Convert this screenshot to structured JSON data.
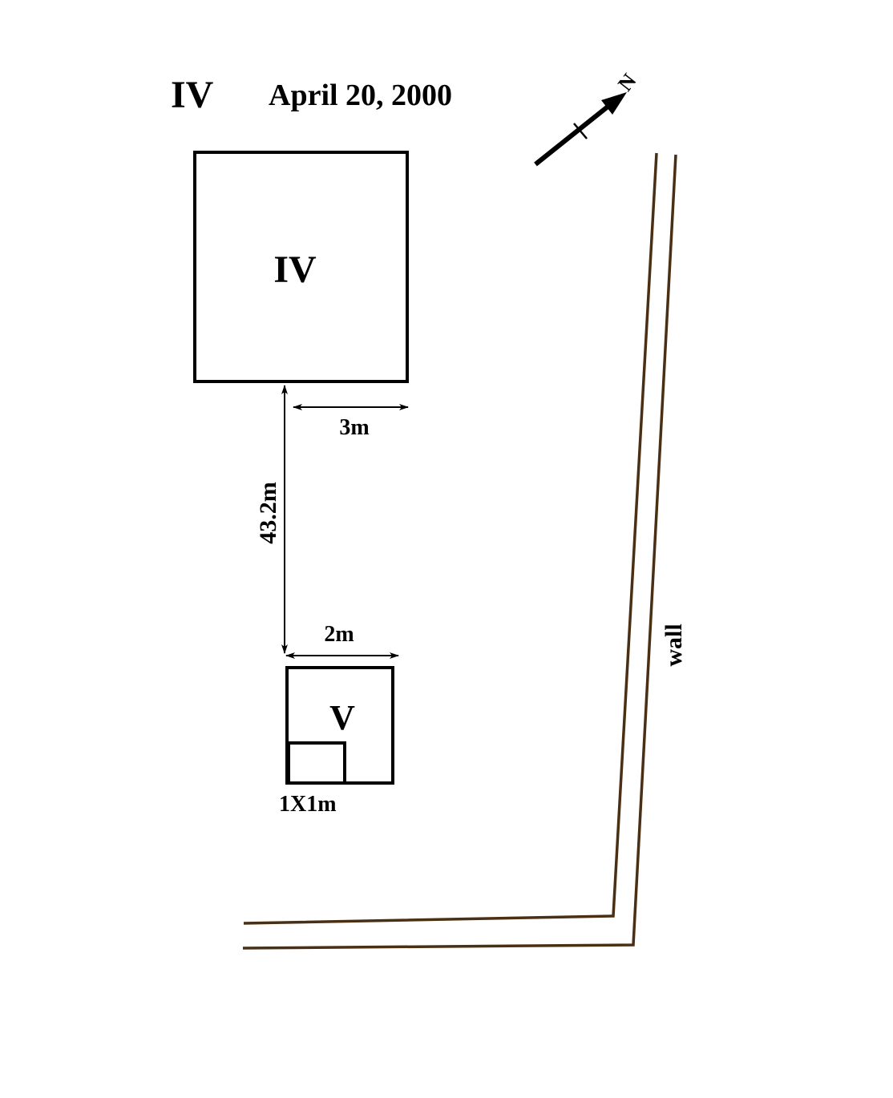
{
  "header": {
    "site_id": "IV",
    "date": "April 20, 2000"
  },
  "north_arrow": {
    "label": "N",
    "icon": "north-arrow-icon"
  },
  "areas": [
    {
      "id": "iv",
      "label": "IV"
    },
    {
      "id": "v",
      "label": "V"
    }
  ],
  "sub_square": {
    "label": "1X1m"
  },
  "dimensions": {
    "offset": "3m",
    "distance": "43.2m",
    "width_v": "2m"
  },
  "wall": {
    "label": "wall",
    "color": "#4a2f14"
  }
}
